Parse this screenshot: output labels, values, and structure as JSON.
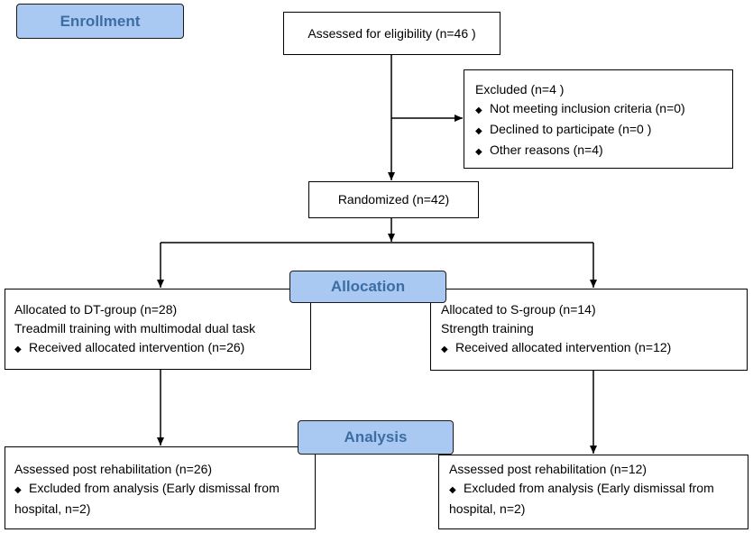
{
  "colors": {
    "stage_fill": "#a9c8f2",
    "stage_text": "#3c6ea3",
    "line": "#000000"
  },
  "stages": {
    "enrollment": "Enrollment",
    "allocation": "Allocation",
    "analysis": "Analysis"
  },
  "assessed": "Assessed for eligibility (n=46 )",
  "excluded": {
    "title": "Excluded  (n=4 )",
    "items": [
      "Not meeting inclusion criteria (n=0)",
      "Declined to participate (n=0 )",
      "Other reasons (n=4)"
    ]
  },
  "randomized": "Randomized (n=42)",
  "dt_group": {
    "title": "Allocated to DT-group (n=28)",
    "subtitle": "Treadmill training with multimodal dual task",
    "item": "Received allocated intervention (n=26)"
  },
  "s_group": {
    "title": "Allocated to S-group (n=14)",
    "subtitle": "Strength training",
    "item": "Received allocated intervention (n=12)"
  },
  "dt_analysis": {
    "title": "Assessed  post rehabilitation (n=26)",
    "item_line1": "Excluded from analysis (Early dismissal from",
    "item_line2": "hospital, n=2)"
  },
  "s_analysis": {
    "title": "Assessed  post rehabilitation (n=12)",
    "item_line1": "Excluded from analysis (Early dismissal from",
    "item_line2": "hospital, n=2)"
  },
  "bullet_glyph": "◆"
}
